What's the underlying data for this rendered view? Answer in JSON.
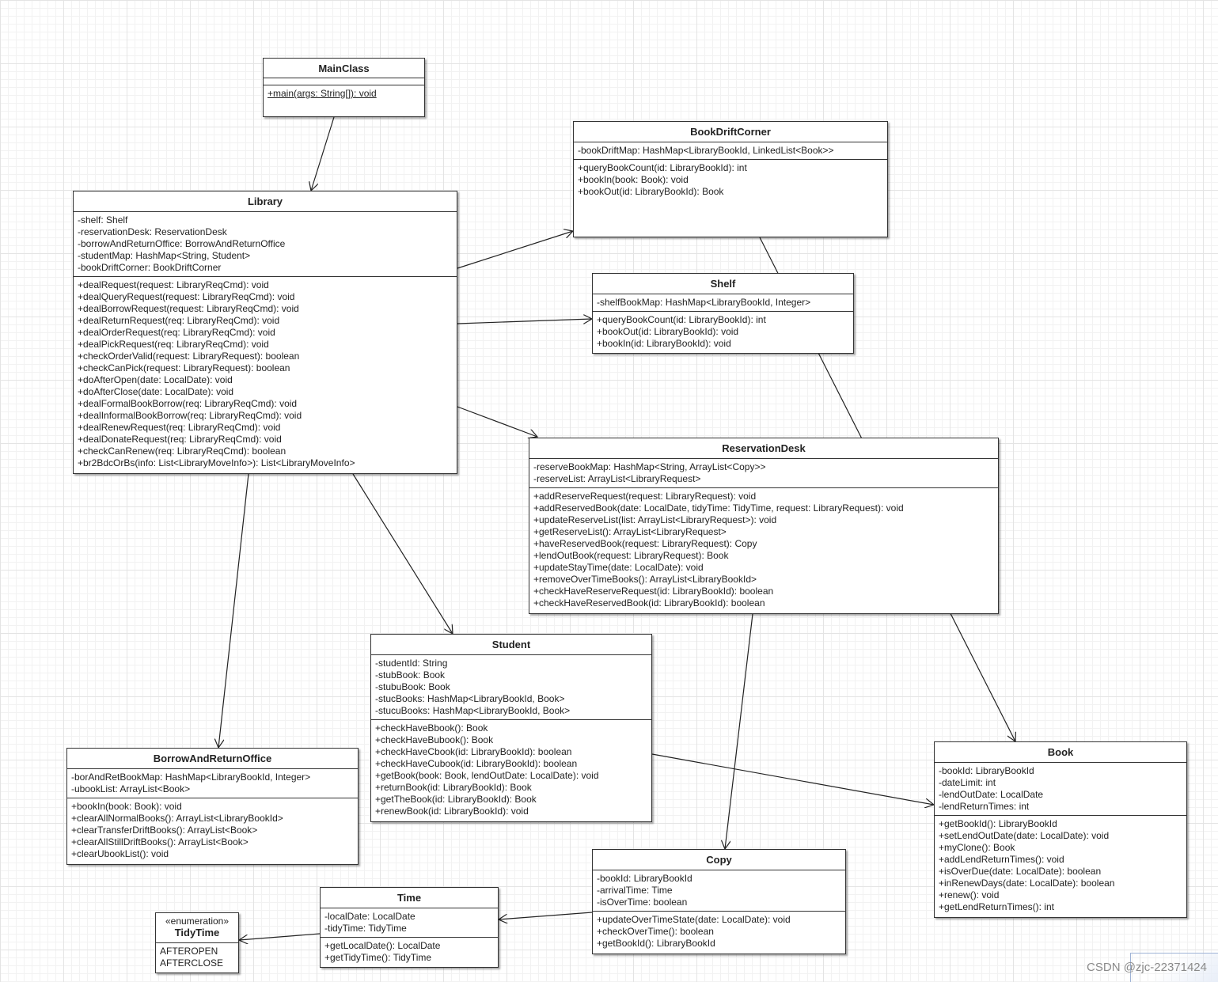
{
  "classes": {
    "mainclass": {
      "name": "MainClass",
      "attributes": [],
      "methods": [
        "+main(args: String[]): void"
      ]
    },
    "library": {
      "name": "Library",
      "attributes": [
        "-shelf: Shelf",
        "-reservationDesk: ReservationDesk",
        "-borrowAndReturnOffice: BorrowAndReturnOffice",
        "-studentMap: HashMap<String, Student>",
        "-bookDriftCorner: BookDriftCorner"
      ],
      "methods": [
        "+dealRequest(request: LibraryReqCmd): void",
        "+dealQueryRequest(request: LibraryReqCmd): void",
        "+dealBorrowRequest(request: LibraryReqCmd): void",
        "+dealReturnRequest(req: LibraryReqCmd): void",
        "+dealOrderRequest(req: LibraryReqCmd): void",
        "+dealPickRequest(req: LibraryReqCmd): void",
        "+checkOrderValid(request: LibraryRequest): boolean",
        "+checkCanPick(request: LibraryRequest): boolean",
        "+doAfterOpen(date: LocalDate): void",
        "+doAfterClose(date: LocalDate): void",
        "+dealFormalBookBorrow(req: LibraryReqCmd): void",
        "+dealInformalBookBorrow(req: LibraryReqCmd): void",
        "+dealRenewRequest(req: LibraryReqCmd): void",
        "+dealDonateRequest(req: LibraryReqCmd): void",
        "+checkCanRenew(req: LibraryReqCmd): boolean",
        "+br2BdcOrBs(info: List<LibraryMoveInfo>): List<LibraryMoveInfo>"
      ]
    },
    "bookdriftcorner": {
      "name": "BookDriftCorner",
      "attributes": [
        "-bookDriftMap: HashMap<LibraryBookId, LinkedList<Book>>"
      ],
      "methods": [
        "+queryBookCount(id: LibraryBookId): int",
        "+bookIn(book: Book): void",
        "+bookOut(id: LibraryBookId): Book"
      ]
    },
    "shelf": {
      "name": "Shelf",
      "attributes": [
        "-shelfBookMap: HashMap<LibraryBookId, Integer>"
      ],
      "methods": [
        "+queryBookCount(id: LibraryBookId): int",
        "+bookOut(id: LibraryBookId): void",
        "+bookIn(id: LibraryBookId): void"
      ]
    },
    "reservationdesk": {
      "name": "ReservationDesk",
      "attributes": [
        "-reserveBookMap: HashMap<String, ArrayList<Copy>>",
        "-reserveList: ArrayList<LibraryRequest>"
      ],
      "methods": [
        "+addReserveRequest(request: LibraryRequest): void",
        "+addReservedBook(date: LocalDate, tidyTime: TidyTime, request: LibraryRequest): void",
        "+updateReserveList(list: ArrayList<LibraryRequest>): void",
        "+getReserveList(): ArrayList<LibraryRequest>",
        "+haveReservedBook(request: LibraryRequest): Copy",
        "+lendOutBook(request: LibraryRequest): Book",
        "+updateStayTime(date: LocalDate): void",
        "+removeOverTimeBooks(): ArrayList<LibraryBookId>",
        "+checkHaveReserveRequest(id: LibraryBookId): boolean",
        "+checkHaveReservedBook(id: LibraryBookId): boolean"
      ]
    },
    "student": {
      "name": "Student",
      "attributes": [
        "-studentId: String",
        "-stubBook: Book",
        "-stubuBook: Book",
        "-stucBooks: HashMap<LibraryBookId, Book>",
        "-stucuBooks: HashMap<LibraryBookId, Book>"
      ],
      "methods": [
        "+checkHaveBbook(): Book",
        "+checkHaveBubook(): Book",
        "+checkHaveCbook(id: LibraryBookId): boolean",
        "+checkHaveCubook(id: LibraryBookId): boolean",
        "+getBook(book: Book, lendOutDate: LocalDate): void",
        "+returnBook(id: LibraryBookId): Book",
        "+getTheBook(id: LibraryBookId): Book",
        "+renewBook(id: LibraryBookId): void"
      ]
    },
    "borrowandreturnoffice": {
      "name": "BorrowAndReturnOffice",
      "attributes": [
        "-borAndRetBookMap: HashMap<LibraryBookId, Integer>",
        "-ubookList: ArrayList<Book>"
      ],
      "methods": [
        "+bookIn(book: Book): void",
        "+clearAllNormalBooks(): ArrayList<LibraryBookId>",
        "+clearTransferDriftBooks(): ArrayList<Book>",
        "+clearAllStillDriftBooks(): ArrayList<Book>",
        "+clearUbookList(): void"
      ]
    },
    "book": {
      "name": "Book",
      "attributes": [
        "-bookId: LibraryBookId",
        "-dateLimit: int",
        "-lendOutDate: LocalDate",
        "-lendReturnTimes: int"
      ],
      "methods": [
        "+getBookId(): LibraryBookId",
        "+setLendOutDate(date: LocalDate): void",
        "+myClone(): Book",
        "+addLendReturnTimes(): void",
        "+isOverDue(date: LocalDate): boolean",
        "+inRenewDays(date: LocalDate): boolean",
        "+renew(): void",
        "+getLendReturnTimes(): int"
      ]
    },
    "copy": {
      "name": "Copy",
      "attributes": [
        "-bookId: LibraryBookId",
        "-arrivalTime: Time",
        "-isOverTime: boolean"
      ],
      "methods": [
        "+updateOverTimeState(date: LocalDate): void",
        "+checkOverTime(): boolean",
        "+getBookId(): LibraryBookId"
      ]
    },
    "time": {
      "name": "Time",
      "attributes": [
        "-localDate: LocalDate",
        "-tidyTime: TidyTime"
      ],
      "methods": [
        "+getLocalDate(): LocalDate",
        "+getTidyTime(): TidyTime"
      ]
    },
    "tidytime": {
      "stereotype": "«enumeration»",
      "name": "TidyTime",
      "values": [
        "AFTEROPEN",
        "AFTERCLOSE"
      ]
    }
  },
  "edges": [
    {
      "from": "MainClass",
      "to": "Library"
    },
    {
      "from": "Library",
      "to": "BookDriftCorner"
    },
    {
      "from": "Library",
      "to": "Shelf"
    },
    {
      "from": "Library",
      "to": "ReservationDesk"
    },
    {
      "from": "Library",
      "to": "Student"
    },
    {
      "from": "Library",
      "to": "BorrowAndReturnOffice"
    },
    {
      "from": "BookDriftCorner",
      "to": "Book"
    },
    {
      "from": "ReservationDesk",
      "to": "Copy"
    },
    {
      "from": "Student",
      "to": "Book"
    },
    {
      "from": "Copy",
      "to": "Time"
    },
    {
      "from": "Time",
      "to": "TidyTime"
    }
  ],
  "watermark": "CSDN @zjc-22371424",
  "colors": {
    "line": "#222222",
    "border": "#333333",
    "grid": "#e4e4e4"
  }
}
